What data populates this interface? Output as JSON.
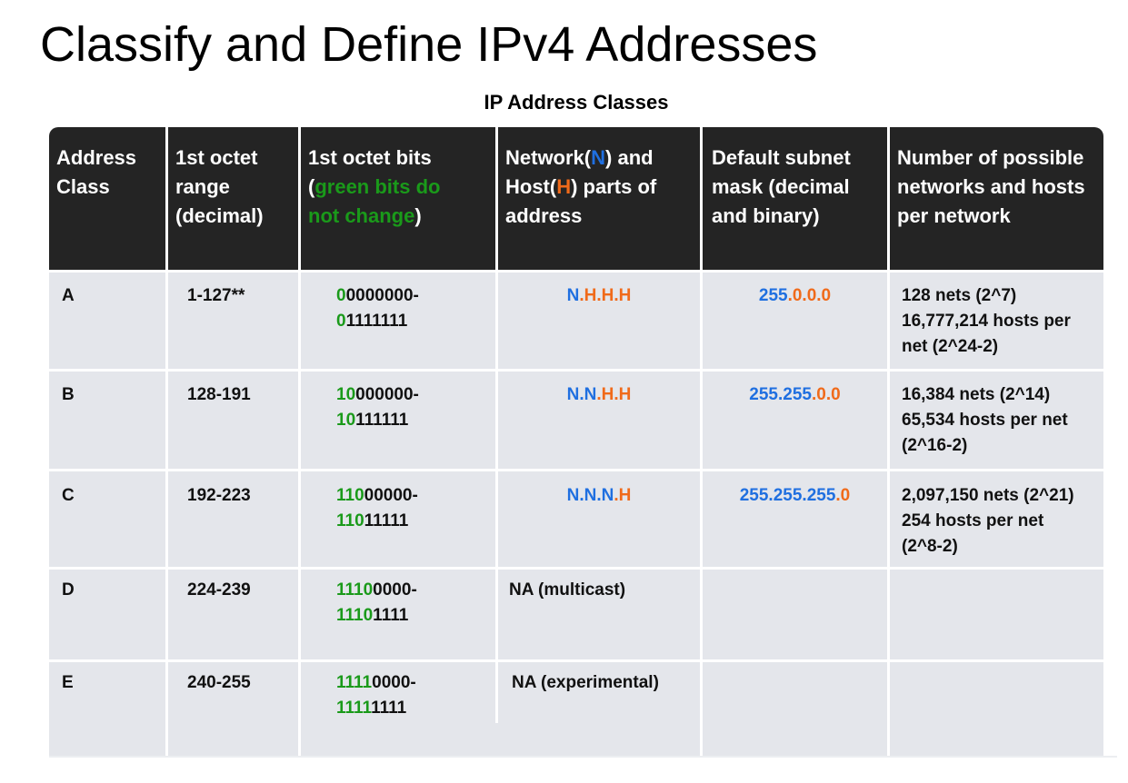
{
  "title": "Classify and Define IPv4 Addresses",
  "table_caption": "IP Address Classes",
  "colors": {
    "fixed_bits": "#1a9a1a",
    "network_part": "#1f6fe0",
    "host_part": "#f06a1a",
    "header_bg": "#242424",
    "row_bg": "#e4e6eb"
  },
  "headers": {
    "c1": [
      "Address",
      "Class"
    ],
    "c2": [
      "1st octet",
      "range",
      "(decimal)"
    ],
    "c3": {
      "line1": "1st octet bits",
      "open": "(",
      "green1": "green bits do",
      "green2": "not change",
      "close": ")"
    },
    "c4": {
      "p1": "Network(",
      "n": "N",
      "p2": ") and",
      "p3": "Host(",
      "h": "H",
      "p4": ") parts of",
      "p5": "address"
    },
    "c5": [
      "Default subnet",
      "mask (decimal",
      "and binary)"
    ],
    "c6": [
      "Number of possible",
      "networks and hosts",
      "per network"
    ]
  },
  "rows": [
    {
      "class": "A",
      "range": "1-127**",
      "bits": {
        "g1": "0",
        "r1": "0000000-",
        "g2": "0",
        "r2": "1111111"
      },
      "parts": {
        "n": "N",
        "rest": ".H.H.H",
        "na": ""
      },
      "mask": {
        "net": "255",
        "host": ".0.0.0"
      },
      "counts": [
        "128 nets (2^7)",
        "16,777,214 hosts per",
        "net (2^24-2)"
      ]
    },
    {
      "class": "B",
      "range": "128-191",
      "bits": {
        "g1": "10",
        "r1": "000000-",
        "g2": "10",
        "r2": "111111"
      },
      "parts": {
        "n": "N.N",
        "rest": ".H.H",
        "na": ""
      },
      "mask": {
        "net": "255.255",
        "host": ".0.0"
      },
      "counts": [
        "16,384 nets (2^14)",
        "65,534 hosts per net",
        "(2^16-2)"
      ]
    },
    {
      "class": "C",
      "range": "192-223",
      "bits": {
        "g1": "110",
        "r1": "00000-",
        "g2": "110",
        "r2": "11111"
      },
      "parts": {
        "n": "N.N.N",
        "rest": ".H",
        "na": ""
      },
      "mask": {
        "net": "255.255.255",
        "host": ".0"
      },
      "counts": [
        "2,097,150 nets (2^21)",
        "254 hosts per net",
        "(2^8-2)"
      ]
    },
    {
      "class": "D",
      "range": "224-239",
      "bits": {
        "g1": "1110",
        "r1": "0000-",
        "g2": "1110",
        "r2": "1111"
      },
      "parts": {
        "n": "",
        "rest": "",
        "na": "NA (multicast)"
      },
      "mask": {
        "net": "",
        "host": ""
      },
      "counts": [
        "",
        "",
        ""
      ]
    },
    {
      "class": "E",
      "range": "240-255",
      "bits": {
        "g1": "1111",
        "r1": "0000-",
        "g2": "1111",
        "r2": "1111"
      },
      "parts": {
        "n": "",
        "rest": "",
        "na": "NA (experimental)"
      },
      "mask": {
        "net": "",
        "host": ""
      },
      "counts": [
        "",
        "",
        ""
      ]
    }
  ]
}
